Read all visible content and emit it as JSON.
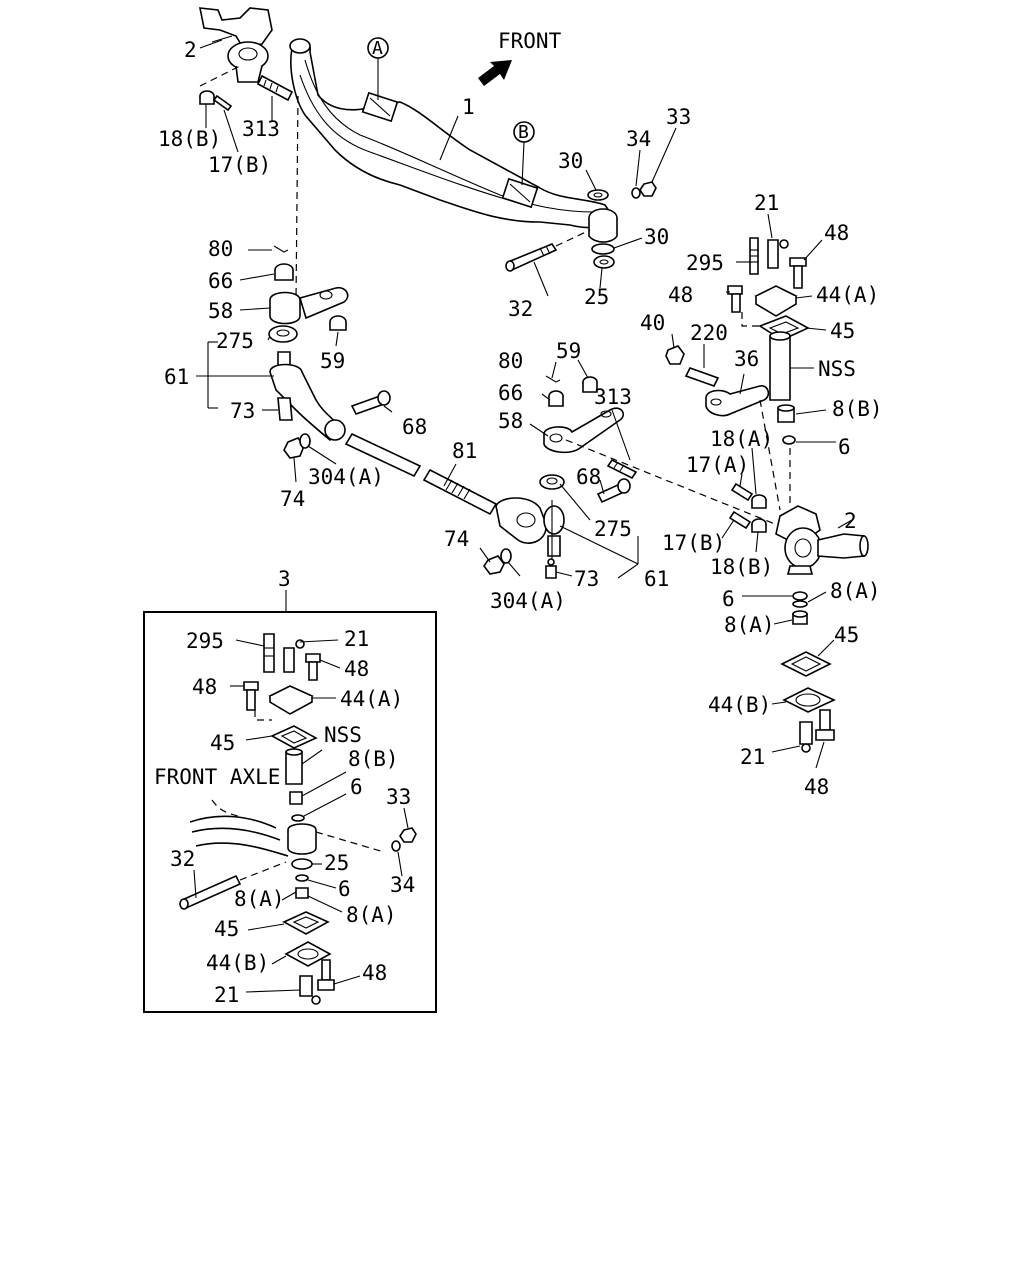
{
  "front_label": "FRONT",
  "inset_title": "FRONT AXLE",
  "inset_ref": "3",
  "ref_marks": [
    "A",
    "B"
  ],
  "labels": {
    "p1": "1",
    "p2_top": "2",
    "p2_right": "2",
    "p3": "3",
    "p18b_top": "18(B)",
    "p17b_top": "17(B)",
    "p313_top": "313",
    "p30_a": "30",
    "p30_b": "30",
    "p34": "34",
    "p33": "33",
    "p32": "32",
    "p25": "25",
    "p80_l": "80",
    "p66_l": "66",
    "p58_l": "58",
    "p59_l": "59",
    "p275_l": "275",
    "p61_l": "61",
    "p73_l": "73",
    "p74_l": "74",
    "p304a_l": "304(A)",
    "p68_l": "68",
    "p81": "81",
    "p80_m": "80",
    "p59_m": "59",
    "p66_m": "66",
    "p313_m": "313",
    "p58_m": "58",
    "p68_m": "68",
    "p275_m": "275",
    "p74_m": "74",
    "p304a_m": "304(A)",
    "p73_m": "73",
    "p61_m": "61",
    "p21_r": "21",
    "p48_r1": "48",
    "p295_r": "295",
    "p48_r2": "48",
    "p44a_r": "44(A)",
    "p40": "40",
    "p220": "220",
    "p45_r": "45",
    "p36": "36",
    "nss_r": "NSS",
    "p8b_r": "8(B)",
    "p18a_r": "18(A)",
    "p6_r1": "6",
    "p17a_r": "17(A)",
    "p17b_r": "17(B)",
    "p18b_r": "18(B)",
    "p6_r2": "6",
    "p8a_r1": "8(A)",
    "p8a_r2": "8(A)",
    "p45_r2": "45",
    "p44b_r": "44(B)",
    "p21_r2": "21",
    "p48_r3": "48",
    "i295": "295",
    "i21": "21",
    "i48_a": "48",
    "i48_b": "48",
    "i44a": "44(A)",
    "i45": "45",
    "inss": "NSS",
    "i8b": "8(B)",
    "i6_a": "6",
    "i33": "33",
    "i32": "32",
    "i25": "25",
    "i34": "34",
    "i6_b": "6",
    "i8a_a": "8(A)",
    "i8a_b": "8(A)",
    "i45_b": "45",
    "i44b": "44(B)",
    "i21_b": "21",
    "i48_c": "48"
  }
}
